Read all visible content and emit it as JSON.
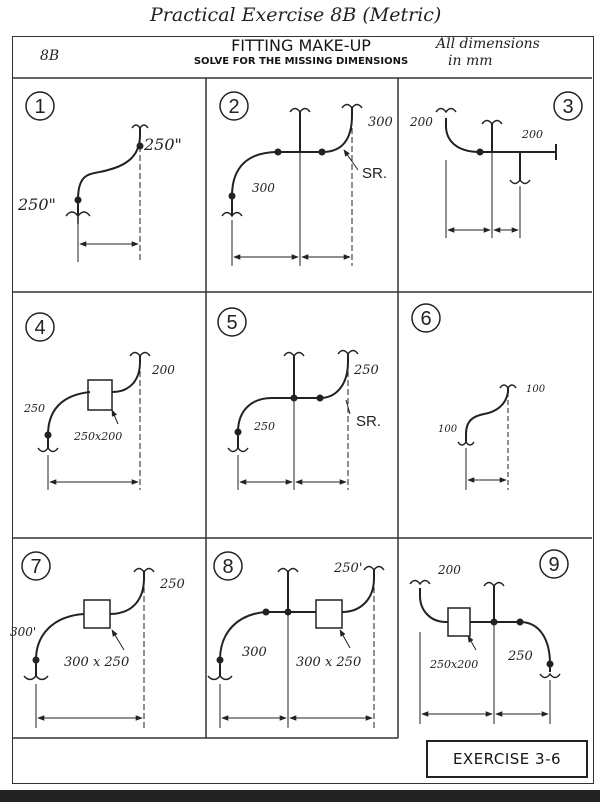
{
  "header": {
    "top_note": "Practical Exercise 8B (Metric)",
    "code": "8B",
    "title": "FITTING MAKE-UP",
    "subtitle": "SOLVE FOR THE MISSING DIMENSIONS",
    "dim_note_line1": "All dimensions",
    "dim_note_line2": "in mm"
  },
  "panels": [
    {
      "number": "1",
      "labels": [
        "250\"",
        "250\""
      ]
    },
    {
      "number": "2",
      "labels": [
        "300",
        "300",
        "SR."
      ]
    },
    {
      "number": "3",
      "labels": [
        "200",
        "200"
      ]
    },
    {
      "number": "4",
      "labels": [
        "250",
        "200",
        "250x200"
      ]
    },
    {
      "number": "5",
      "labels": [
        "250",
        "250",
        "SR."
      ]
    },
    {
      "number": "6",
      "labels": [
        "100",
        "100"
      ]
    },
    {
      "number": "7",
      "labels": [
        "300'",
        "250",
        "300 x 250"
      ]
    },
    {
      "number": "8",
      "labels": [
        "300",
        "250'",
        "300 x 250"
      ]
    },
    {
      "number": "9",
      "labels": [
        "200",
        "250x200",
        "250"
      ]
    }
  ],
  "footer": {
    "exercise_label": "EXERCISE 3-6"
  }
}
